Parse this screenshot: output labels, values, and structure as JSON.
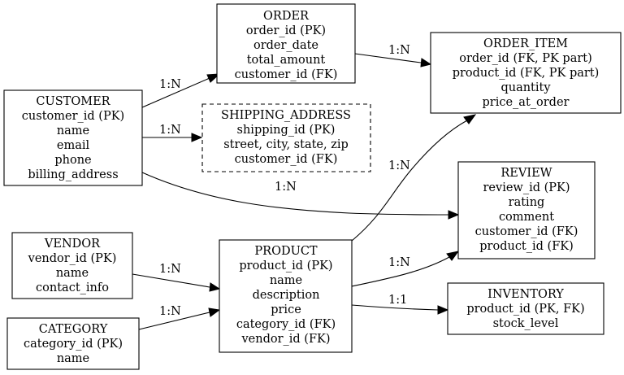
{
  "entities": {
    "order": {
      "lines": [
        "ORDER",
        "order_id (PK)",
        "order_date",
        "total_amount",
        "customer_id (FK)"
      ]
    },
    "order_item": {
      "lines": [
        "ORDER_ITEM",
        "order_id (FK, PK part)",
        "product_id (FK, PK part)",
        "quantity",
        "price_at_order"
      ]
    },
    "customer": {
      "lines": [
        "CUSTOMER",
        "customer_id (PK)",
        "name",
        "email",
        "phone",
        "billing_address"
      ]
    },
    "shipping_address": {
      "lines": [
        "SHIPPING_ADDRESS",
        "shipping_id (PK)",
        "street, city, state, zip",
        "customer_id (FK)"
      ]
    },
    "review": {
      "lines": [
        "REVIEW",
        "review_id (PK)",
        "rating",
        "comment",
        "customer_id (FK)",
        "product_id (FK)"
      ]
    },
    "vendor": {
      "lines": [
        "VENDOR",
        "vendor_id (PK)",
        "name",
        "contact_info"
      ]
    },
    "product": {
      "lines": [
        "PRODUCT",
        "product_id (PK)",
        "name",
        "description",
        "price",
        "category_id (FK)",
        "vendor_id (FK)"
      ]
    },
    "category": {
      "lines": [
        "CATEGORY",
        "category_id (PK)",
        "name"
      ]
    },
    "inventory": {
      "lines": [
        "INVENTORY",
        "product_id (PK, FK)",
        "stock_level"
      ]
    }
  },
  "relations": {
    "customer_order": {
      "label": "1:N"
    },
    "customer_shipping": {
      "label": "1:N"
    },
    "customer_review": {
      "label": "1:N"
    },
    "order_orderitem": {
      "label": "1:N"
    },
    "product_orderitem": {
      "label": "1:N"
    },
    "product_review": {
      "label": "1:N"
    },
    "product_inventory": {
      "label": "1:1"
    },
    "vendor_product": {
      "label": "1:N"
    },
    "category_product": {
      "label": "1:N"
    }
  }
}
